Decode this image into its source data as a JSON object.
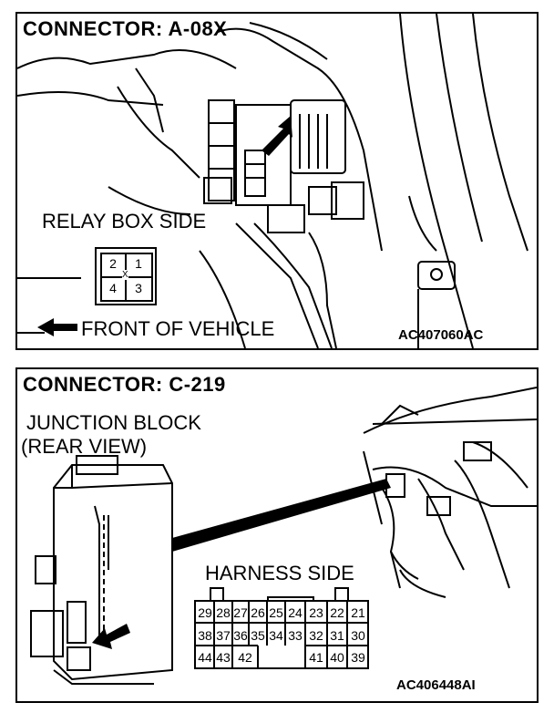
{
  "panel_a": {
    "title": "CONNECTOR: A-08X",
    "relay_label": "RELAY BOX SIDE",
    "front_label": "FRONT OF VEHICLE",
    "code": "AC407060AC",
    "pins": [
      "2",
      "1",
      "4",
      "3"
    ],
    "center_mark": "X"
  },
  "panel_c": {
    "title": "CONNECTOR: C-219",
    "jb_line1": "JUNCTION BLOCK",
    "jb_line2": "(REAR VIEW)",
    "harness_label": "HARNESS SIDE",
    "code": "AC406448AI",
    "row1": [
      "29",
      "28",
      "27",
      "26",
      "25",
      "24",
      "23",
      "22",
      "21"
    ],
    "row2": [
      "38",
      "37",
      "36",
      "35",
      "34",
      "33",
      "32",
      "31",
      "30"
    ],
    "row3": [
      "44",
      "43",
      "42",
      "41",
      "40",
      "39"
    ]
  }
}
